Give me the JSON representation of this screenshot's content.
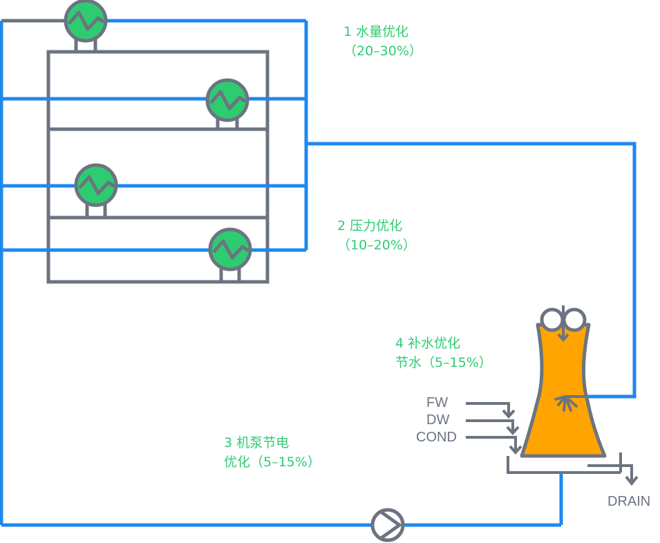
{
  "colors": {
    "pipe_blue": "#1e88f0",
    "frame_gray": "#6b7480",
    "exchanger_green": "#2ecc71",
    "tower_orange": "#ffa400",
    "label_green": "#2ecc71"
  },
  "labels": {
    "opt1": {
      "line1": "1 水量优化",
      "line2": "（20–30%）"
    },
    "opt2": {
      "line1": "2 压力优化",
      "line2": "（10–20%）"
    },
    "opt3": {
      "line1": "3 机泵节电",
      "line2": "优化（5–15%）"
    },
    "opt4": {
      "line1": "4 补水优化",
      "line2": "节水（5–15%）"
    },
    "inputs": {
      "fw": "FW",
      "dw": "DW",
      "cond": "COND"
    },
    "drain": "DRAIN"
  },
  "icons": {
    "exchanger": "heat-exchanger-icon",
    "pump": "pump-icon",
    "tower": "cooling-tower-icon",
    "fan": "fan-icon"
  }
}
